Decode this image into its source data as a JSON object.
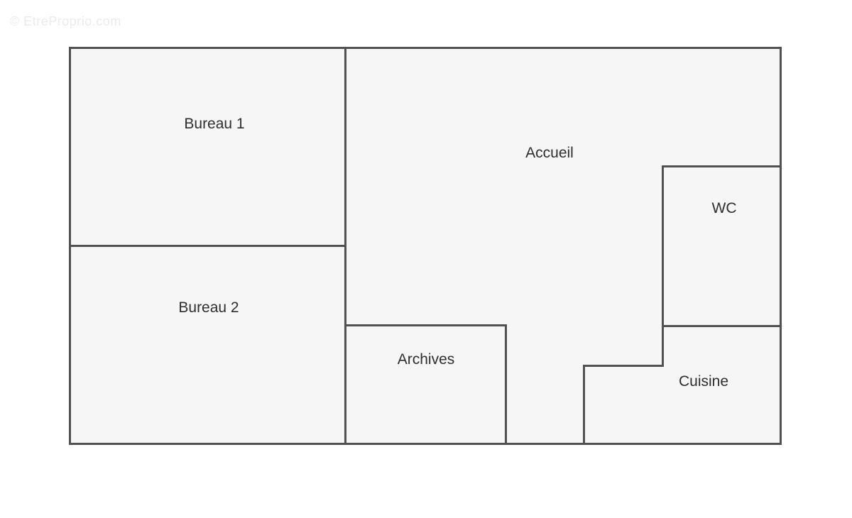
{
  "watermark": {
    "text": "© EtreProprio.com"
  },
  "plan": {
    "rooms": [
      {
        "id": "bureau-1",
        "label": "Bureau 1"
      },
      {
        "id": "bureau-2",
        "label": "Bureau 2"
      },
      {
        "id": "accueil",
        "label": "Accueil"
      },
      {
        "id": "wc",
        "label": "WC"
      },
      {
        "id": "archives",
        "label": "Archives"
      },
      {
        "id": "cuisine",
        "label": "Cuisine"
      }
    ]
  },
  "colors": {
    "background": "#ffffff",
    "floor": "#f6f6f6",
    "wall": "#515151",
    "label": "#2e2e2e",
    "watermark": "#ebebeb"
  }
}
